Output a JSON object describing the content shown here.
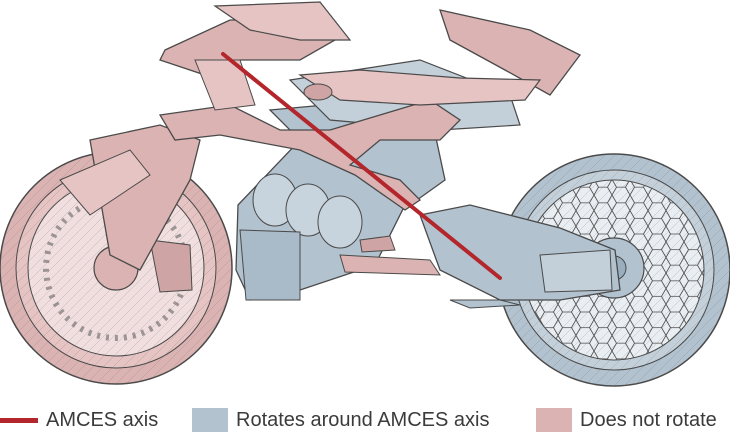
{
  "colors": {
    "axis": "#b3262b",
    "rotates": "#b2c2cf",
    "does_not_rotate": "#dcb3b3",
    "outline": "#4a4a4a"
  },
  "legend": {
    "items": [
      {
        "label": "AMCES axis",
        "swatch": "line"
      },
      {
        "label": "Rotates around AMCES axis",
        "swatch": "box"
      },
      {
        "label": "Does not rotate",
        "swatch": "box"
      }
    ]
  }
}
